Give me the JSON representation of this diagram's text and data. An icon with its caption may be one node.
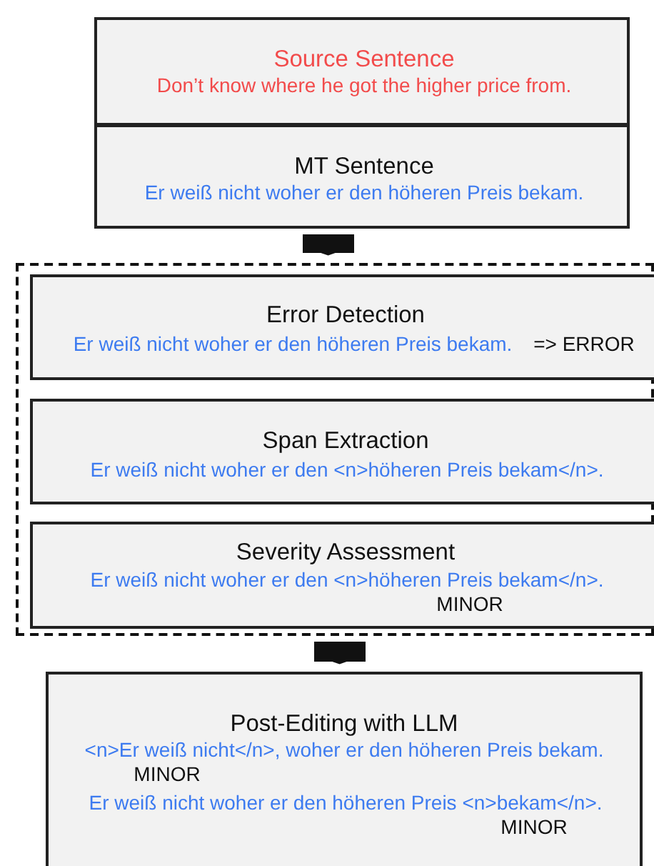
{
  "diagram": {
    "nodes": [
      {
        "text": [
          "Source Sentence",
          "Don’t know where he got the higher price from."
        ]
      },
      {
        "text": [
          "MT Sentence",
          "Er weiß nicht woher er den höheren Preis bekam."
        ]
      },
      {
        "text": [],
        "shape": "box"
      },
      {
        "text": [
          "Error Detection",
          "Er weiß nicht woher er den höheren Preis bekam.",
          "=> ERROR"
        ],
        "in": 2
      },
      {
        "text": [
          "Span Extraction",
          "Er weiß nicht woher er den <n>höheren Preis bekam</n>."
        ],
        "in": 2
      },
      {
        "text": [
          "Severity Assessment",
          "Er weiß nicht woher er den <n>höheren Preis bekam</n>.",
          "MINOR"
        ],
        "in": 2
      },
      {
        "text": [
          "Post-Editing with LLM",
          "<n>Er weiß nicht</n>, woher er den höheren Preis bekam.",
          "MINOR",
          "Er weiß nicht woher er den höheren Preis <n>bekam</n>.",
          "MINOR"
        ]
      }
    ],
    "edges": [
      {
        "from": 1,
        "to": 2,
        "arrow": "to"
      },
      {
        "from": 2,
        "to": 6,
        "arrow": "to"
      }
    ]
  }
}
